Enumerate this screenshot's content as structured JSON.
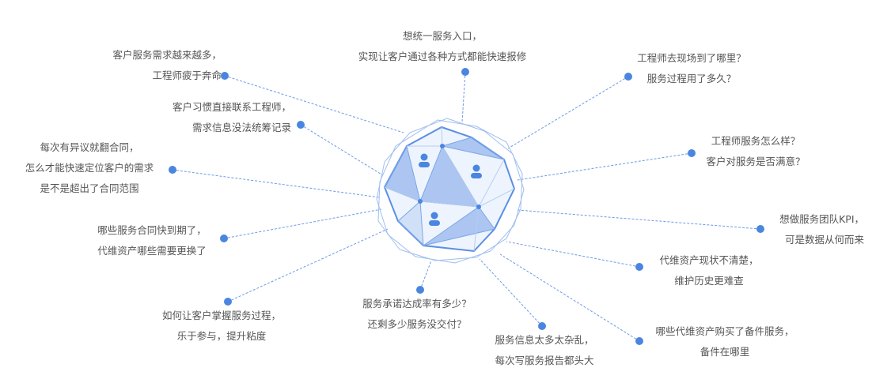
{
  "colors": {
    "accent": "#4a86e0",
    "line": "#6b9ae8"
  },
  "center_icons": [
    "user-icon",
    "user-icon",
    "user-icon"
  ],
  "pain_points": [
    {
      "lines": [
        "客户服务需求越来越多，",
        "工程师疲于奔命"
      ]
    },
    {
      "lines": [
        "客户习惯直接联系工程师，",
        "需求信息没法统筹记录"
      ]
    },
    {
      "lines": [
        "每次有异议就翻合同，",
        "怎么才能快速定位客户的需求",
        "是不是超出了合同范围"
      ]
    },
    {
      "lines": [
        "哪些服务合同快到期了，",
        "代维资产哪些需要更换了"
      ]
    },
    {
      "lines": [
        "如何让客户掌握服务过程，",
        "乐于参与，提升粘度"
      ]
    },
    {
      "lines": [
        "服务承诺达成率有多少？",
        "还剩多少服务没交付？"
      ]
    },
    {
      "lines": [
        "服务信息太多太杂乱，",
        "每次写服务报告都头大"
      ]
    },
    {
      "lines": [
        "哪些代维资产购买了备件服务，",
        "备件在哪里"
      ]
    },
    {
      "lines": [
        "代维资产现状不清楚，",
        "维护历史更难查"
      ]
    },
    {
      "lines": [
        "想做服务团队KPI，",
        "可是数据从何而来"
      ]
    },
    {
      "lines": [
        "工程师服务怎么样？",
        "客户对服务是否满意？"
      ]
    },
    {
      "lines": [
        "工程师去现场到了哪里？",
        "服务过程用了多久？"
      ]
    },
    {
      "lines": [
        "想统一服务入口，",
        "实现让客户通过各种方式都能快速报修"
      ]
    }
  ]
}
